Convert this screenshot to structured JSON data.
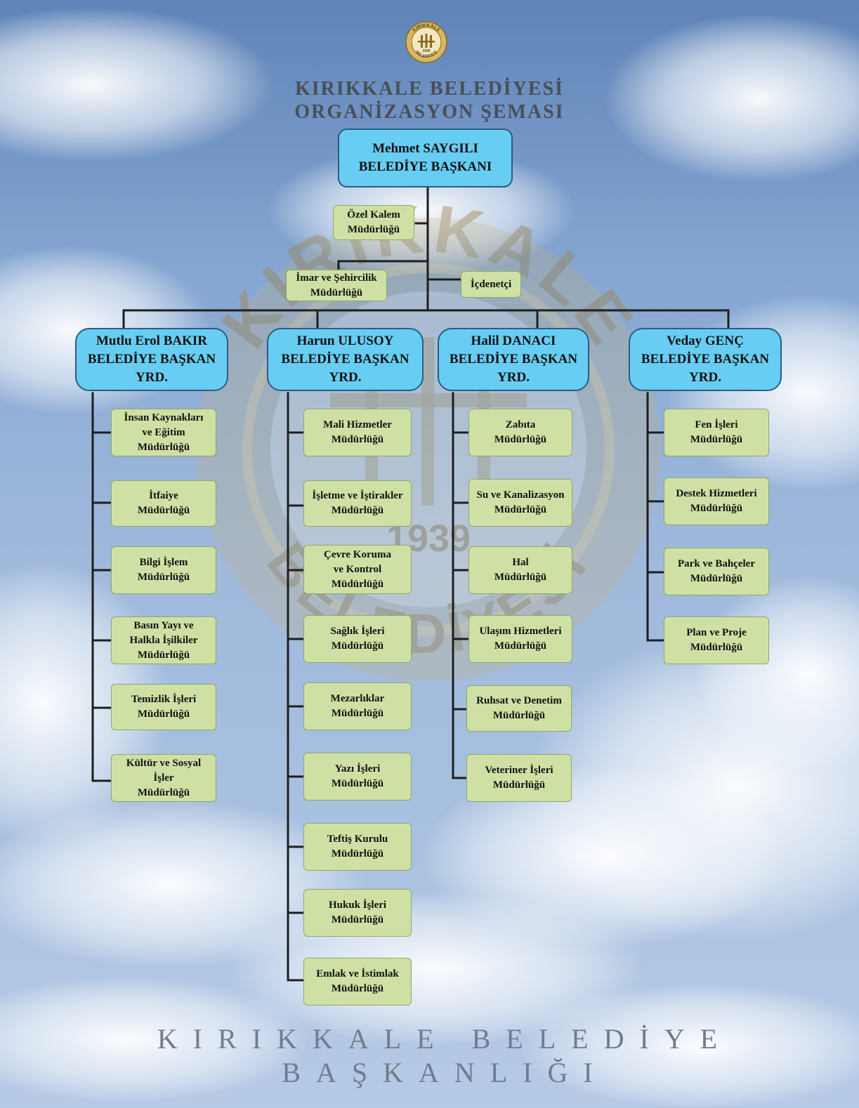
{
  "header": {
    "title_line1": "KIRIKKALE BELEDİYESİ",
    "title_line2": "ORGANİZASYON ŞEMASI"
  },
  "logo": {
    "text_top": "KIRIKKALE",
    "text_bottom": "BELEDİYESİ",
    "year": "1939"
  },
  "watermark": {
    "text_top": "KIRIKKALE",
    "text_bottom": "BELEDİYESİ",
    "year": "1939"
  },
  "mayor": "Mehmet SAYGILI\nBELEDİYE BAŞKANI",
  "staff_units": {
    "ozel_kalem": "Özel Kalem\nMüdürlüğü",
    "imar": "İmar ve Şehircilik\nMüdürlüğü",
    "icdenetci": "İçdenetçi"
  },
  "deputies": [
    {
      "title": "Mutlu Erol BAKIR\nBELEDİYE BAŞKAN\nYRD.",
      "units": [
        "İnsan Kaynakları\nve Eğitim\nMüdürlüğü",
        "İtfaiye\nMüdürlüğü",
        "Bilgi İşlem\nMüdürlüğü",
        "Basın Yayı ve\nHalkla İşilkiler\nMüdürlüğü",
        "Temizlik İşleri\nMüdürlüğü",
        "Kültür ve Sosyal\nİşler\nMüdürlüğü"
      ]
    },
    {
      "title": "Harun ULUSOY\nBELEDİYE BAŞKAN\nYRD.",
      "units": [
        "Mali Hizmetler\nMüdürlüğü",
        "İşletme ve İştirakler\nMüdürlüğü",
        "Çevre Koruma\nve Kontrol\nMüdürlüğü",
        "Sağlık İşleri\nMüdürlüğü",
        "Mezarlıklar\nMüdürlüğü",
        "Yazı İşleri\nMüdürlüğü",
        "Teftiş Kurulu\nMüdürlüğü",
        "Hukuk İşleri\nMüdürlüğü",
        "Emlak ve İstimlak\nMüdürlüğü"
      ]
    },
    {
      "title": "Halil DANACI\nBELEDİYE BAŞKAN\nYRD.",
      "units": [
        "Zabıta\nMüdürlüğü",
        "Su ve Kanalizasyon\nMüdürlüğü",
        "Hal\nMüdürlüğü",
        "Ulaşım Hizmetleri\nMüdürlüğü",
        "Ruhsat ve Denetim\nMüdürlüğü",
        "Veteriner İşleri\nMüdürlüğü"
      ]
    },
    {
      "title": "Veday GENÇ\nBELEDİYE BAŞKAN\nYRD.",
      "units": [
        "Fen İşleri\nMüdürlüğü",
        "Destek Hizmetleri\nMüdürlüğü",
        "Park ve Bahçeler\nMüdürlüğü",
        "Plan ve Proje\nMüdürlüğü"
      ]
    }
  ],
  "footer": {
    "line1": "KIRIKKALE BELEDİYE",
    "line2": "BAŞKANLIĞI"
  }
}
